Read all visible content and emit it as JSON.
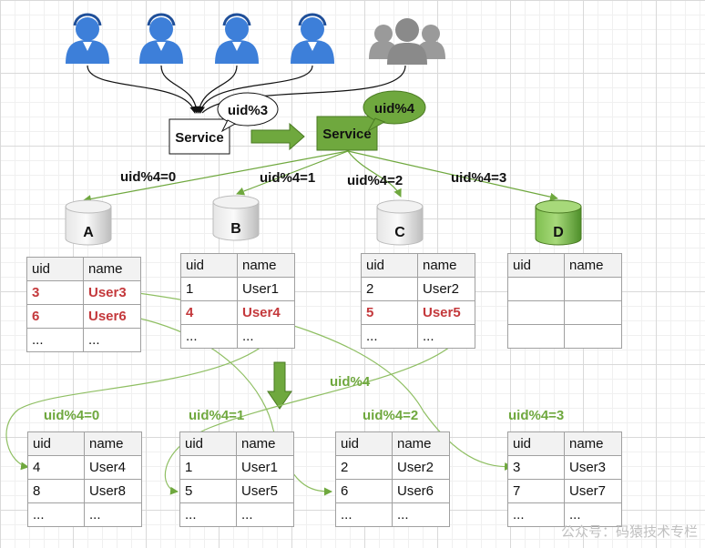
{
  "top": {
    "service_old": "Service",
    "bubble_old": "uid%3",
    "service_new": "Service",
    "bubble_new": "uid%4",
    "route_labels": [
      "uid%4=0",
      "uid%4=1",
      "uid%4=2",
      "uid%4=3"
    ]
  },
  "databases": [
    {
      "label": "A",
      "color": "gray"
    },
    {
      "label": "B",
      "color": "gray"
    },
    {
      "label": "C",
      "color": "gray"
    },
    {
      "label": "D",
      "color": "green"
    }
  ],
  "old_tables": [
    {
      "headers": [
        "uid",
        "name"
      ],
      "rows": [
        [
          "3",
          "User3"
        ],
        [
          "6",
          "User6"
        ],
        [
          "...",
          "..."
        ]
      ],
      "highlight": [
        0,
        1
      ]
    },
    {
      "headers": [
        "uid",
        "name"
      ],
      "rows": [
        [
          "1",
          "User1"
        ],
        [
          "4",
          "User4"
        ],
        [
          "...",
          "..."
        ]
      ],
      "highlight": [
        1
      ]
    },
    {
      "headers": [
        "uid",
        "name"
      ],
      "rows": [
        [
          "2",
          "User2"
        ],
        [
          "5",
          "User5"
        ],
        [
          "...",
          "..."
        ]
      ],
      "highlight": [
        1
      ]
    },
    {
      "headers": [
        "uid",
        "name"
      ],
      "rows": [
        [
          "",
          ""
        ],
        [
          "",
          ""
        ],
        [
          "",
          ""
        ]
      ],
      "highlight": []
    }
  ],
  "migration_label": "uid%4",
  "new_labels": [
    "uid%4=0",
    "uid%4=1",
    "uid%4=2",
    "uid%4=3"
  ],
  "new_tables": [
    {
      "headers": [
        "uid",
        "name"
      ],
      "rows": [
        [
          "4",
          "User4"
        ],
        [
          "8",
          "User8"
        ],
        [
          "...",
          "..."
        ]
      ]
    },
    {
      "headers": [
        "uid",
        "name"
      ],
      "rows": [
        [
          "1",
          "User1"
        ],
        [
          "5",
          "User5"
        ],
        [
          "...",
          "..."
        ]
      ]
    },
    {
      "headers": [
        "uid",
        "name"
      ],
      "rows": [
        [
          "2",
          "User2"
        ],
        [
          "6",
          "User6"
        ],
        [
          "...",
          "..."
        ]
      ]
    },
    {
      "headers": [
        "uid",
        "name"
      ],
      "rows": [
        [
          "3",
          "User3"
        ],
        [
          "7",
          "User7"
        ],
        [
          "...",
          "..."
        ]
      ]
    }
  ],
  "watermark": "公众号：码猿技术专栏",
  "colors": {
    "user_icon": "#3d7fd9",
    "group_icon": "#9a9a9a",
    "green": "#6fa83e",
    "green_dark": "#4a7a22",
    "green_text": "#6fa83e",
    "red_text": "#c4393c"
  }
}
